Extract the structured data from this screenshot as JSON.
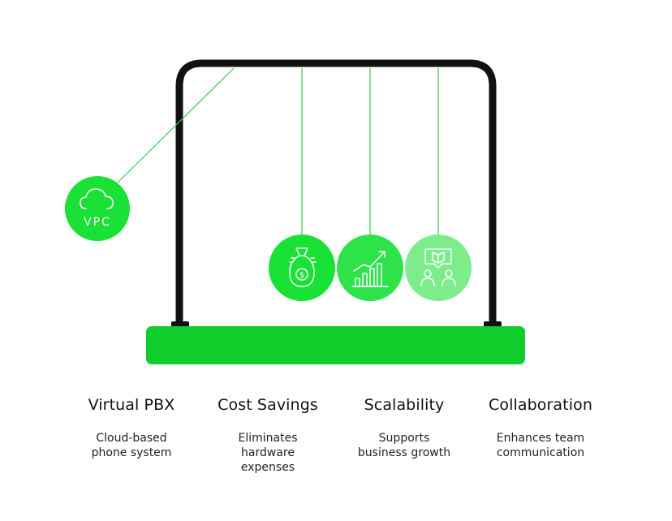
{
  "colors": {
    "frame": "#111111",
    "base": "#0fcd2a",
    "string": "#39c94a",
    "ball_dark": "#19e136",
    "ball_mid": "#2ee24a",
    "ball_light": "#7ded8c"
  },
  "balls": [
    {
      "id": "vpc",
      "label": "VPC",
      "icon": "cloud-icon"
    },
    {
      "id": "cost",
      "label": "",
      "icon": "money-bag-icon"
    },
    {
      "id": "scale",
      "label": "",
      "icon": "growth-chart-icon"
    },
    {
      "id": "collab",
      "label": "",
      "icon": "team-board-icon"
    }
  ],
  "captions": [
    {
      "title": "Virtual PBX",
      "desc": "Cloud-based\nphone system"
    },
    {
      "title": "Cost Savings",
      "desc": "Eliminates\nhardware\nexpenses"
    },
    {
      "title": "Scalability",
      "desc": "Supports\nbusiness growth"
    },
    {
      "title": "Collaboration",
      "desc": "Enhances team\ncommunication"
    }
  ]
}
